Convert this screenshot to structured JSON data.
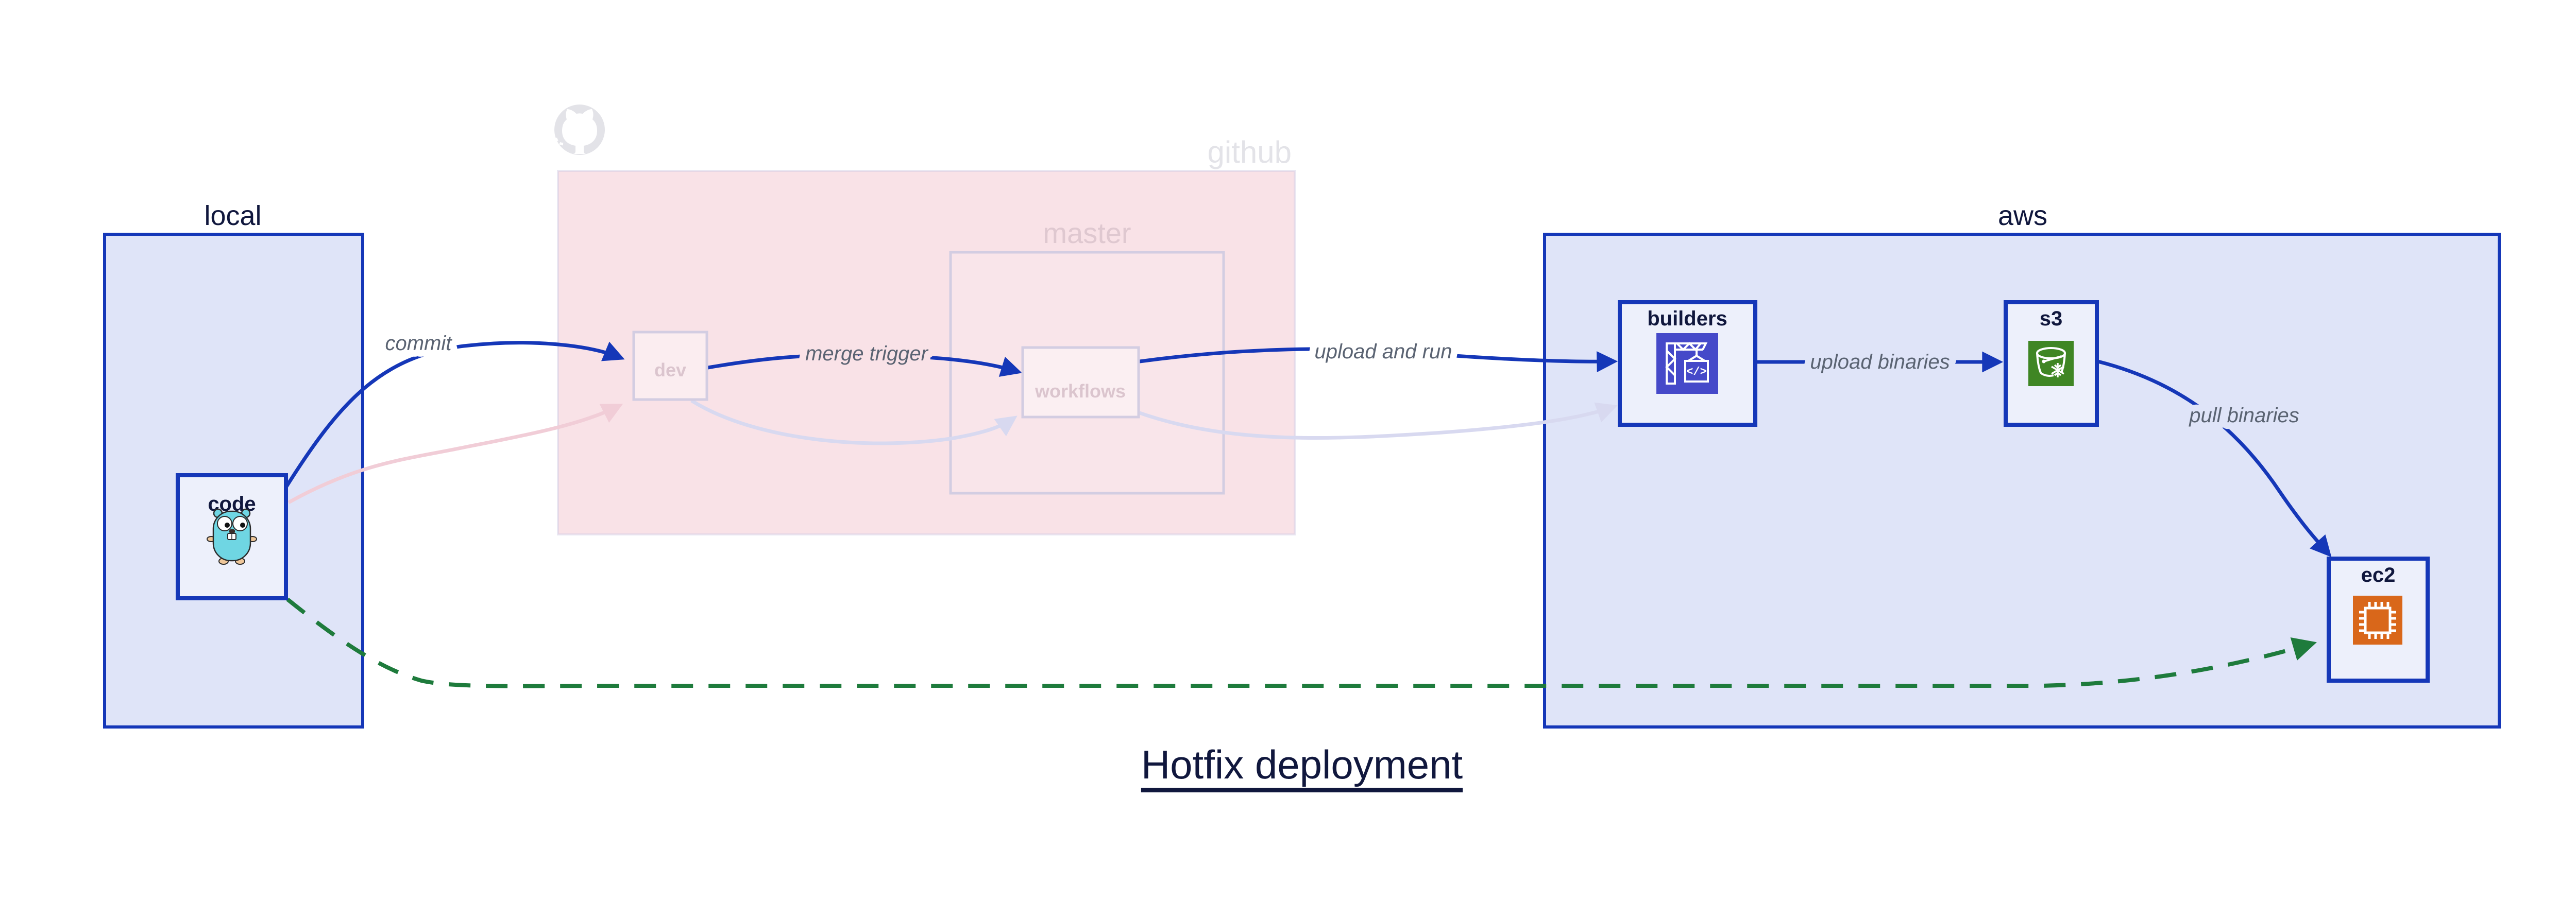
{
  "title": "Hotfix deployment",
  "groups": {
    "local": {
      "label": "local"
    },
    "github": {
      "label": "github",
      "master_label": "master"
    },
    "aws": {
      "label": "aws"
    }
  },
  "nodes": {
    "code": {
      "label": "code"
    },
    "dev": {
      "label": "dev"
    },
    "workflows": {
      "label": "workflows"
    },
    "builders": {
      "label": "builders"
    },
    "s3": {
      "label": "s3"
    },
    "ec2": {
      "label": "ec2"
    }
  },
  "edges": {
    "commit": {
      "label": "commit"
    },
    "merge_trigger": {
      "label": "merge trigger"
    },
    "upload_and_run": {
      "label": "upload and run"
    },
    "upload_binaries": {
      "label": "upload binaries"
    },
    "pull_binaries": {
      "label": "pull binaries"
    }
  },
  "icons": {
    "code": "go-gopher-icon",
    "github": "github-octocat-icon",
    "builders": "codebuild-crane-icon",
    "builders_glyph": "</>",
    "s3": "s3-glacier-bucket-icon",
    "ec2": "ec2-chip-icon"
  },
  "colors": {
    "accent-blue": "#1537b8",
    "group-fill": "#dfe4f8",
    "node-fill": "#edf0fb",
    "github-pink": "#f9e2e7",
    "faded-stroke": "#d3cde2",
    "faded-lavender": "#d8d9f0",
    "faded-pink": "#f1cdd7",
    "green": "#1e7b3c",
    "ink": "#10173d",
    "edge-label": "#5a6372",
    "ghost-text": "#e3e3e8",
    "master-text": "#dfc8d0",
    "faded-node-text": "#dbc5ce",
    "codebuild-bg": "#4549c9",
    "s3-bg": "#3f8624",
    "ec2-bg": "#d9671a",
    "gopher-teal": "#6fd6e3"
  }
}
